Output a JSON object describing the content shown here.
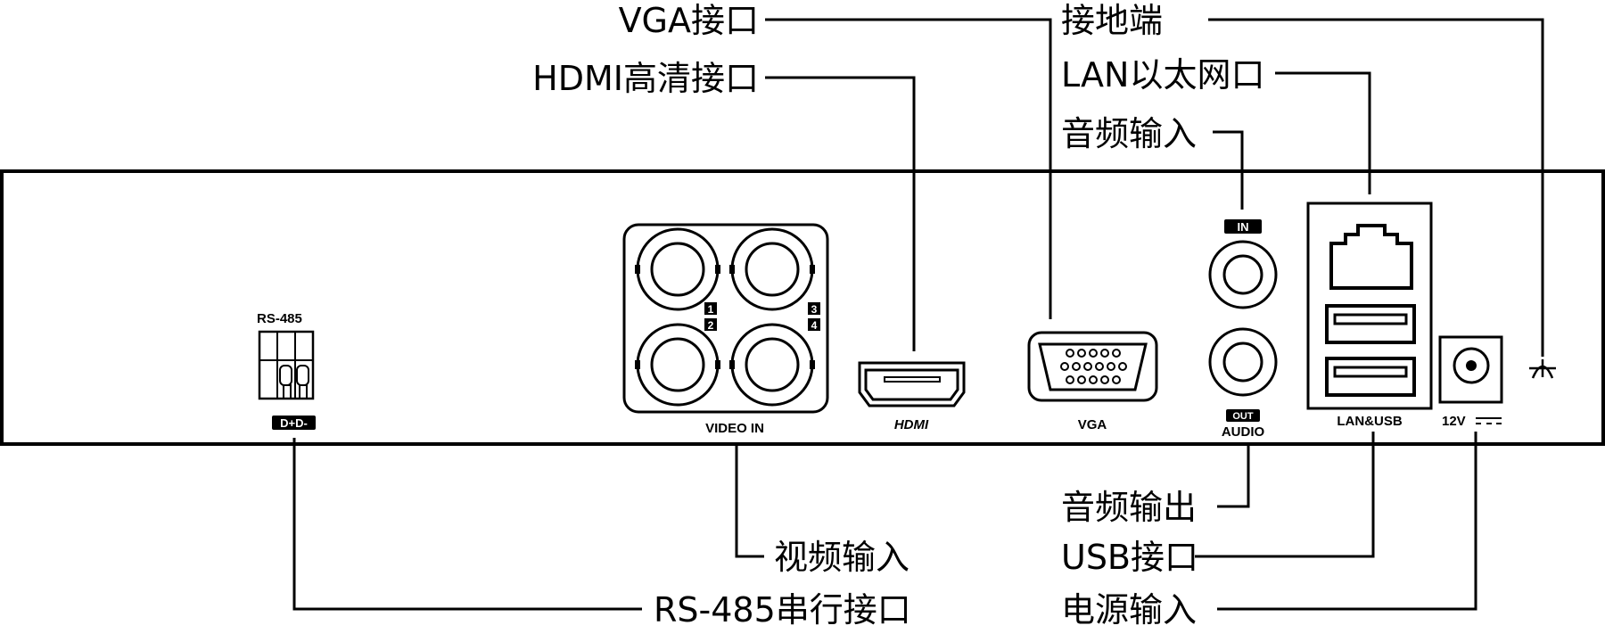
{
  "callouts": {
    "vga": "VGA接口",
    "hdmi": "HDMI高清接口",
    "ground": "接地端",
    "lan": "LAN以太网口",
    "audio_in": "音频输入",
    "video_in": "视频输入",
    "rs485": "RS-485串行接口",
    "audio_out": "音频输出",
    "usb": "USB接口",
    "power": "电源输入"
  },
  "panel_labels": {
    "rs485": "RS-485",
    "d_plus_minus": "D+D-",
    "channel_1": "1",
    "channel_2": "2",
    "channel_3": "3",
    "channel_4": "4",
    "video_in": "VIDEO IN",
    "hdmi": "HDMI",
    "vga": "VGA",
    "in": "IN",
    "out": "OUT",
    "audio": "AUDIO",
    "lan_usb": "LAN&USB",
    "voltage": "12V"
  }
}
